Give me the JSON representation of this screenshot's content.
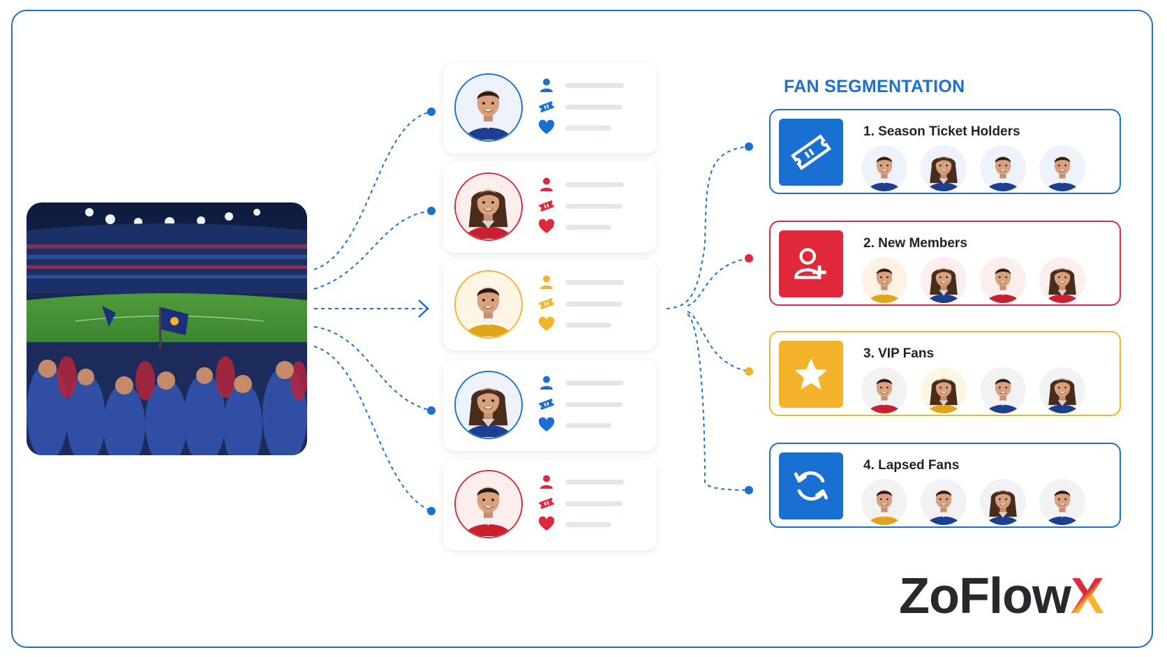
{
  "title": "FAN SEGMENTATION",
  "segments": [
    {
      "label": "1. Season Ticket Holders",
      "color": "#1a6fd2",
      "icon": "ticket-icon"
    },
    {
      "label": "2. New Members",
      "color": "#e0283a",
      "icon": "add-user-icon"
    },
    {
      "label": "3. VIP Fans",
      "color": "#f5b32c",
      "icon": "star-icon"
    },
    {
      "label": "4. Lapsed Fans",
      "color": "#1a6fd2",
      "icon": "refresh-icon"
    }
  ],
  "profile_colors": [
    "#1a6fd2",
    "#e0283a",
    "#f5b32c",
    "#1a6fd2",
    "#e0283a"
  ],
  "profile_icons": [
    "user-icon",
    "ticket-icon",
    "heart-icon"
  ],
  "brand": {
    "name": "ZoFlow",
    "mark": "X",
    "mark_color_1": "#e0283a",
    "mark_color_2": "#f5b32c"
  }
}
